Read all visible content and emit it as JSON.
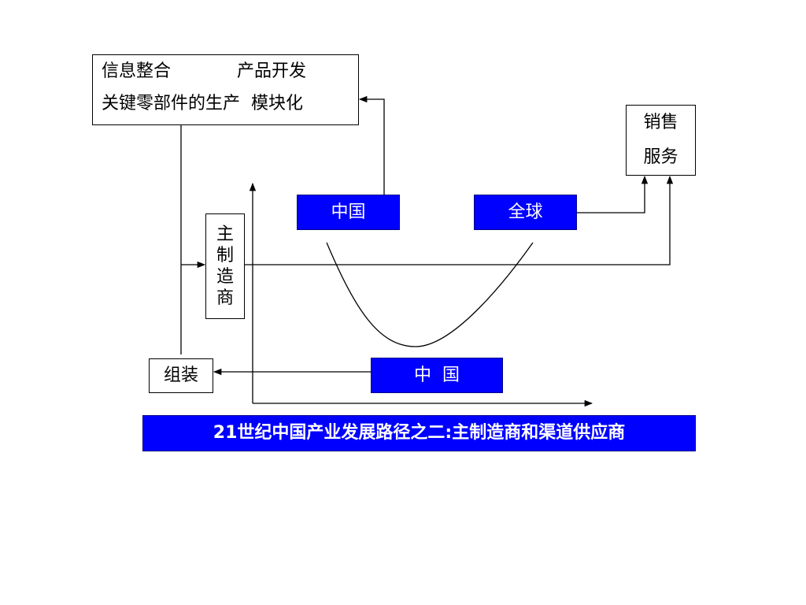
{
  "diagram": {
    "top_left_box": {
      "line1_left": "信息整合",
      "line1_right": "产品开发",
      "line2": "关键零部件的生产  模块化"
    },
    "sales_box": {
      "line1": "销售",
      "line2": "服务"
    },
    "main_manufacturer_box": {
      "text": "主制造商"
    },
    "assembly_box": {
      "text": "组装"
    },
    "china_top": "中国",
    "global": "全球",
    "china_bottom": "中  国",
    "title": "21世纪中国产业发展路径之二:主制造商和渠道供应商"
  },
  "colors": {
    "blue_fill": "#0000ff",
    "blue_text": "#ffffff",
    "line": "#000000"
  }
}
